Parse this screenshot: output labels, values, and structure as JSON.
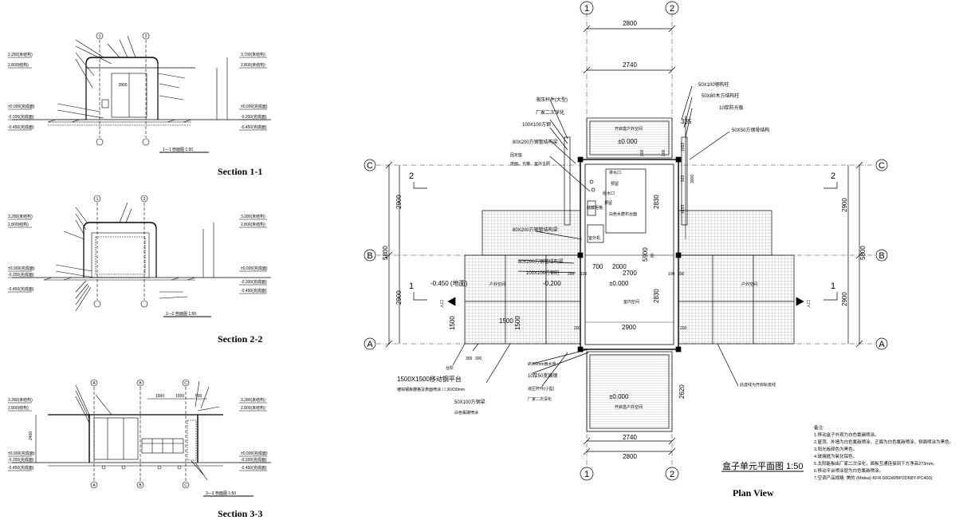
{
  "captions": {
    "section1": "Section 1-1",
    "section2": "Section 2-2",
    "section3": "Section 3-3",
    "plan": "Plan View"
  },
  "section1": {
    "title": "1—1 剖面图 1:50",
    "width_dim": "2800",
    "left_levels": [
      "2.280(未结构)",
      "2.800(结构)",
      "±0.000(完成面)",
      "-0.200(完成面)",
      "-0.450(完成面)"
    ],
    "right_levels": [
      "3.700(未结构)",
      "2.800(未结构)",
      "±0.000(完成面)",
      "-0.200(完成面)",
      "-0.450(完成面)"
    ],
    "grid_labels": [
      "1",
      "2"
    ]
  },
  "section2": {
    "title": "2—2 剖面图 1:50",
    "left_levels": [
      "3.280(未结构)",
      "2.800(结构)",
      "±0.000(完成面)",
      "-0.200(完成面)",
      "-0.450(完成面)"
    ],
    "right_levels": [
      "3.280(未结构)",
      "2.800(未结构)",
      "±0.000(完成面)",
      "-0.200(完成面)",
      "-0.450(完成面)"
    ],
    "grid_labels": [
      "1",
      "2"
    ]
  },
  "section3": {
    "title": "3—3 剖面图 1:50",
    "dims": [
      "2400",
      "1000",
      "1000",
      "500"
    ],
    "left_levels": [
      "3.280(未结构)",
      "2.800(结构)",
      "±0.000(完成面)",
      "-0.200(完成面)",
      "-0.450(完成面)"
    ],
    "right_levels": [
      "3.280(未结构)",
      "2.800(未结构)",
      "±0.000(完成面)",
      "-0.200(完成面)",
      "-0.450(完成面)"
    ],
    "grid_labels": [
      "A",
      "B",
      "C"
    ]
  },
  "plan": {
    "title": "盒子单元平面图 1:50",
    "grid_top": [
      "1",
      "2"
    ],
    "grid_bottom": [
      "1",
      "2"
    ],
    "grid_left": [
      "C",
      "B",
      "A"
    ],
    "grid_right": [
      "C",
      "B",
      "A"
    ],
    "dims_top": [
      "2800",
      "2740"
    ],
    "dims_bottom": [
      "2740",
      "2800"
    ],
    "dims_left": [
      "2900",
      "5800",
      "2900"
    ],
    "dims_right": [
      "2900",
      "5800",
      "2900"
    ],
    "dims_right_inner": [
      "1033",
      "933",
      "3000",
      "1033"
    ],
    "dims_inner": [
      "2830",
      "5900",
      "2830",
      "700",
      "2000",
      "2700",
      "2900",
      "80",
      "200",
      "200",
      "200",
      "200",
      "200",
      "100",
      "200",
      "100",
      "1500",
      "1500",
      "1500",
      "300",
      "300",
      "335",
      "2620"
    ],
    "levels": [
      "±0.000",
      "±0.000",
      "±0.000",
      "-0.200",
      "-0.450 (地面)"
    ],
    "section_marks": [
      "1",
      "1",
      "2",
      "2"
    ],
    "direction_marks": [
      "入口",
      "入口"
    ],
    "rooms": [
      "开启盒户外空间",
      "开启盒户外空间",
      "户外空间",
      "户外空间",
      "室内空间",
      "排水口",
      "预留",
      "给水口",
      "预留",
      "白色水磨石台面",
      "储藏柜格",
      "室外机"
    ],
    "callouts": [
      "50X100钢构柱",
      "50X80木方结构柱",
      "10厚防光板",
      "50X50方钢骨结构",
      "液压杆件(大型)",
      "厂家二次深化",
      "100X100方钢",
      "80X200方钢管结构梁",
      "固定座",
      "地面、光带、室外主照",
      "80X200方钢管结构梁",
      "80X200方钢管结构梁",
      "100X100方钢柱",
      "台阶",
      "1500X1500移动钢平台",
      "镀锌钢板栅格及表面喷涂 ☐ 30X30mm",
      "50X100方钢梁",
      "白色氟碳喷涂",
      "Ø100mm雨水管",
      "10厚50宽扁钢",
      "液压杆件(小型)",
      "厂家二次深化",
      "此虚线为开启轨迹线"
    ],
    "notes": [
      "备注:",
      "1.移动盒子外观为白色氟碳喷涂。",
      "2.屋顶、外墙为白色氟碳喷涂，正面为白色氟碳喷涂，侧面喷涂为黑色。",
      "3.阳光板颜色为黑色。",
      "4.玻璃框为氧化铝色。",
      "5.太阳能板由厂家二次深化，面板互通连接到下方净高273mm。",
      "6.移动平台喷涂层为白色氟碳喷涂。",
      "7.空调产品规格: 美的 (Midea) KFR-50GW/BP2DN8Y-PC400("
    ]
  },
  "colors": {
    "line": "#000000",
    "hatch": "#8c8c8c",
    "paper": "#ffffff"
  }
}
